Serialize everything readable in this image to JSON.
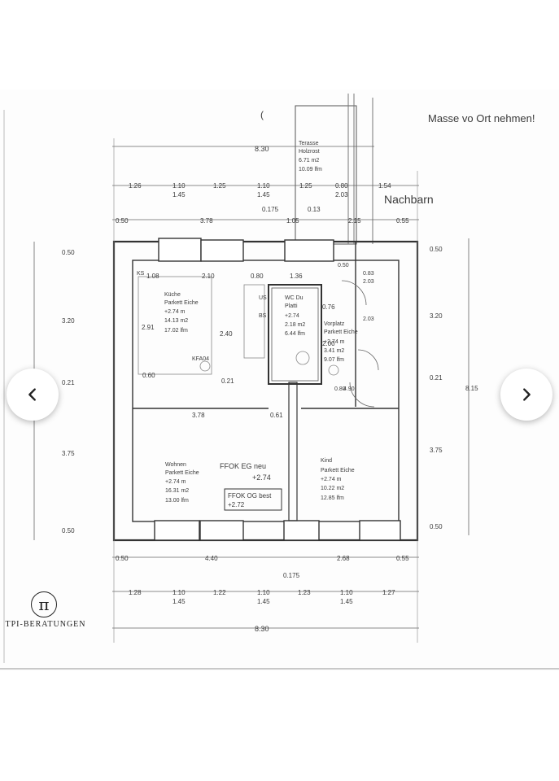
{
  "header_note": "Masse vo Ort nehmen!",
  "neighbor_label": "Nachbarn",
  "terrace": {
    "name": "Terasse",
    "floor": "Holzrost",
    "area": "6.71 m2",
    "perimeter": "10.09 lfm"
  },
  "rooms": {
    "kitchen": {
      "name": "Küche",
      "floor": "Parkett Eiche",
      "height": "+2.74 m",
      "area": "14.13 m2",
      "perimeter": "17.02 lfm"
    },
    "bath": {
      "name": "WC Du",
      "floor": "Platti",
      "height": "+2.74",
      "area": "2.18 m2",
      "perimeter": "6.44 lfm"
    },
    "hall": {
      "name": "Vorplatz",
      "floor": "Parkett Eiche",
      "height": "+2.74 m",
      "area": "3.41 m2",
      "perimeter": "9.07 lfm"
    },
    "living": {
      "name": "Wohnen",
      "floor": "Parkett Eiche",
      "height": "+2.74 m",
      "area": "16.31 m2",
      "perimeter": "13.00 lfm"
    },
    "child": {
      "name": "Kind",
      "floor": "Parkett Eiche",
      "height": "+2.74 m",
      "area": "10.22 m2",
      "perimeter": "12.85 lfm"
    }
  },
  "levels": {
    "ffok_eg_label": "FFOK EG neu",
    "ffok_eg_value": "+2.74",
    "ffok_og_label": "FFOK OG best",
    "ffok_og_value": "+2.72"
  },
  "small_labels": {
    "ks": "KS",
    "kfa": "KFA04",
    "us": "US",
    "bs": "BS"
  },
  "dims": {
    "overall_top": "8.30",
    "top_row": [
      "1.26",
      "1.10",
      "1.25",
      "1.10",
      "1.25",
      "0.80",
      "1.54"
    ],
    "top_sub": [
      "1.45",
      "1.45",
      "2.03"
    ],
    "mid_row": [
      "0.50",
      "3.78",
      "1.05",
      "2.15",
      "0.55"
    ],
    "mid_small": [
      "0.175",
      "0.13"
    ],
    "left_side": [
      "0.50",
      "3.20",
      "0.21",
      "3.75",
      "0.50"
    ],
    "right_side": [
      "0.50",
      "3.20",
      "0.21",
      "3.75",
      "0.50"
    ],
    "overall_right": "8.15",
    "interior": [
      "1.08",
      "2.10",
      "0.80",
      "1.36",
      "0.50",
      "2.91",
      "2.40",
      "0.60",
      "0.21",
      "0.76",
      "2.00",
      "3.78",
      "0.61",
      "0.83",
      "2.03",
      "0.80",
      "4.90",
      "2.03"
    ],
    "bottom_row": [
      "0.50",
      "4.40",
      "2.68",
      "0.55"
    ],
    "bottom_small": "0.175",
    "bottom_sub_row": [
      "1.28",
      "1.10",
      "1.22",
      "1.10",
      "1.23",
      "1.10",
      "1.27"
    ],
    "bottom_sub": [
      "1.45",
      "1.45",
      "1.45"
    ],
    "overall_bottom": "8.30"
  },
  "logo": {
    "mark": "π",
    "text": "TPI-BERATUNGEN"
  },
  "nav": {
    "prev_icon": "chevron-left-icon",
    "next_icon": "chevron-right-icon"
  }
}
